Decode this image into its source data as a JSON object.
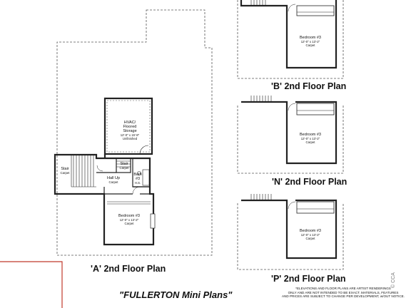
{
  "plans": {
    "A": {
      "caption": "'A' 2nd Floor Plan",
      "hvac": {
        "name": "HVAC/",
        "line2": "Floored",
        "line3": "Storage",
        "size": "12'-0\" x 15'-8\"",
        "finish": "Unfinished"
      },
      "stair_left": {
        "name": "Stair",
        "finish": "Carpet"
      },
      "stair_center": {
        "name": "Stair",
        "finish": "Carpet"
      },
      "hall": {
        "name": "Hall Up",
        "finish": "Carpet"
      },
      "bath": {
        "name": "Bath",
        "num": "#3",
        "finish": "H.S."
      },
      "bedroom": {
        "name": "Bedroom #3",
        "size": "12'-0\" x 13'-2\"",
        "finish": "Carpet"
      }
    },
    "B": {
      "caption": "'B' 2nd Floor Plan",
      "bedroom": {
        "name": "Bedroom #3",
        "size": "12'-0\" x 13'-2\"",
        "finish": "Carpet"
      }
    },
    "N": {
      "caption": "'N' 2nd Floor Plan",
      "bedroom": {
        "name": "Bedroom #3",
        "size": "12'-0\" x 13'-2\"",
        "finish": "Carpet"
      }
    },
    "P": {
      "caption": "'P' 2nd Floor Plan",
      "bedroom": {
        "name": "Bedroom #3",
        "size": "12'-0\" x 13'-2\"",
        "finish": "Carpet"
      }
    }
  },
  "title": "\"FULLERTON Mini Plans\"",
  "notes": {
    "line1": "*ELEVATIONS AND FLOOR PLANS ARE ARTIST RENDERINGS",
    "line2": "ONLY AND ARE NOT INTENDED TO BE EXACT.  MATERIALS, FEATURES",
    "line3": "AND PRICES ARE SUBJECT TO CHANGE PER DEVELOPMENT, w/OUT NOTICE."
  },
  "watermark": "© CCA",
  "colors": {
    "line": "#222222",
    "dash": "#555555",
    "accent": "#c0392b"
  }
}
